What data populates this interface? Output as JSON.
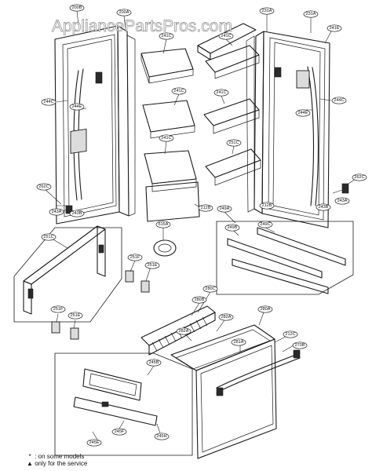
{
  "watermark": "AppliancePartsPros.com",
  "legend": [
    {
      "symbol": "*",
      "text": ": on some models"
    },
    {
      "symbol": "▲",
      "text": "only for the service"
    }
  ],
  "callouts": {
    "c1": "200B",
    "c2": "200A",
    "c3": "231A",
    "c4": "241C",
    "c5": "241C",
    "c6": "212B",
    "c7": "244C",
    "c8": "244E",
    "c9": "241C",
    "c10": "241C",
    "c11": "241C",
    "c12": "231A",
    "c13": "241E",
    "c14": "244C",
    "c15": "244E",
    "c16": "262C",
    "c17": "243A",
    "c18": "243B",
    "c19": "212B",
    "c20": "243B",
    "c21": "243A",
    "c22": "262C",
    "c23": "249A",
    "c24": "249B",
    "c25": "249C",
    "c26": "251C",
    "c27": "615A",
    "c28": "251F",
    "c29": "251E",
    "c30": "251F",
    "c31": "251E",
    "c32": "280A",
    "c33": "280B",
    "c34": "280C",
    "c35": "282A",
    "c36": "281A",
    "c37": "212C",
    "c38": "270B",
    "c39": "245B",
    "c40": "245F",
    "c41": "245E",
    "c42": "245H"
  }
}
